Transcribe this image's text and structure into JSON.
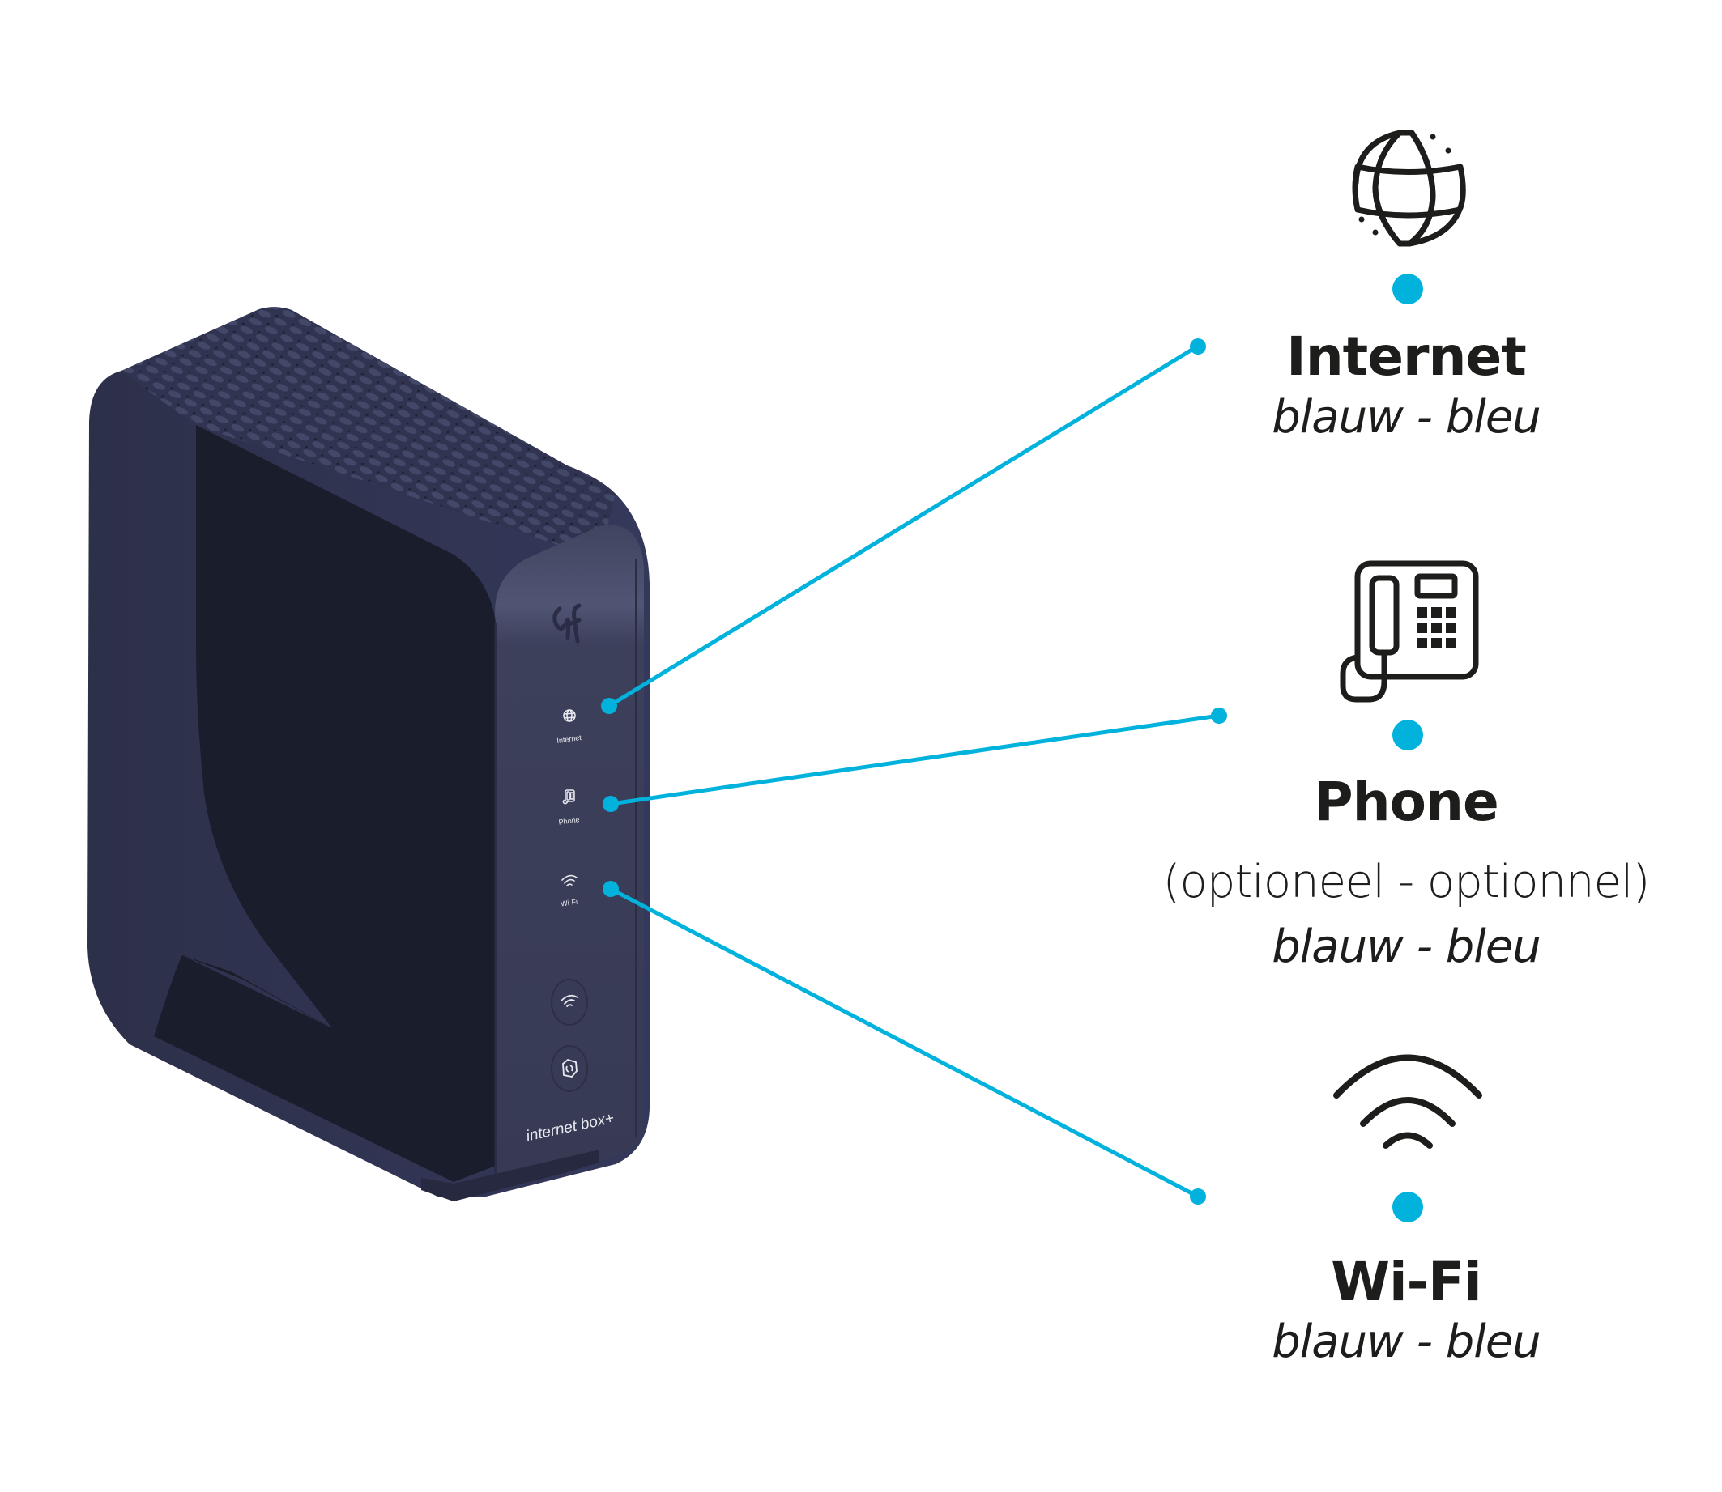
{
  "colors": {
    "accent": "#00b2dc",
    "icon_stroke": "#1d1d1b",
    "device_body": "#303450",
    "device_face": "#1a1d2b",
    "device_front_panel": "#3c3f58",
    "background": "#ffffff"
  },
  "device": {
    "name": "internet box+",
    "logo_icon": "brand-logo-icon",
    "indicators": [
      {
        "id": "internet",
        "label": "Internet",
        "icon": "globe-icon"
      },
      {
        "id": "phone",
        "label": "Phone",
        "icon": "desk-phone-icon"
      },
      {
        "id": "wifi",
        "label": "Wi-Fi",
        "icon": "wifi-icon"
      }
    ],
    "buttons": [
      {
        "id": "wifi-button",
        "icon": "wifi-icon"
      },
      {
        "id": "reset-button",
        "icon": "reset-icon"
      }
    ]
  },
  "legend": [
    {
      "id": "internet",
      "icon": "globe-icon",
      "title": "Internet",
      "note": "",
      "color_label": "blauw - bleu"
    },
    {
      "id": "phone",
      "icon": "desk-phone-icon",
      "title": "Phone",
      "note": "(optioneel - optionnel)",
      "color_label": "blauw - bleu"
    },
    {
      "id": "wifi",
      "icon": "wifi-icon",
      "title": "Wi-Fi",
      "note": "",
      "color_label": "blauw - bleu"
    }
  ]
}
